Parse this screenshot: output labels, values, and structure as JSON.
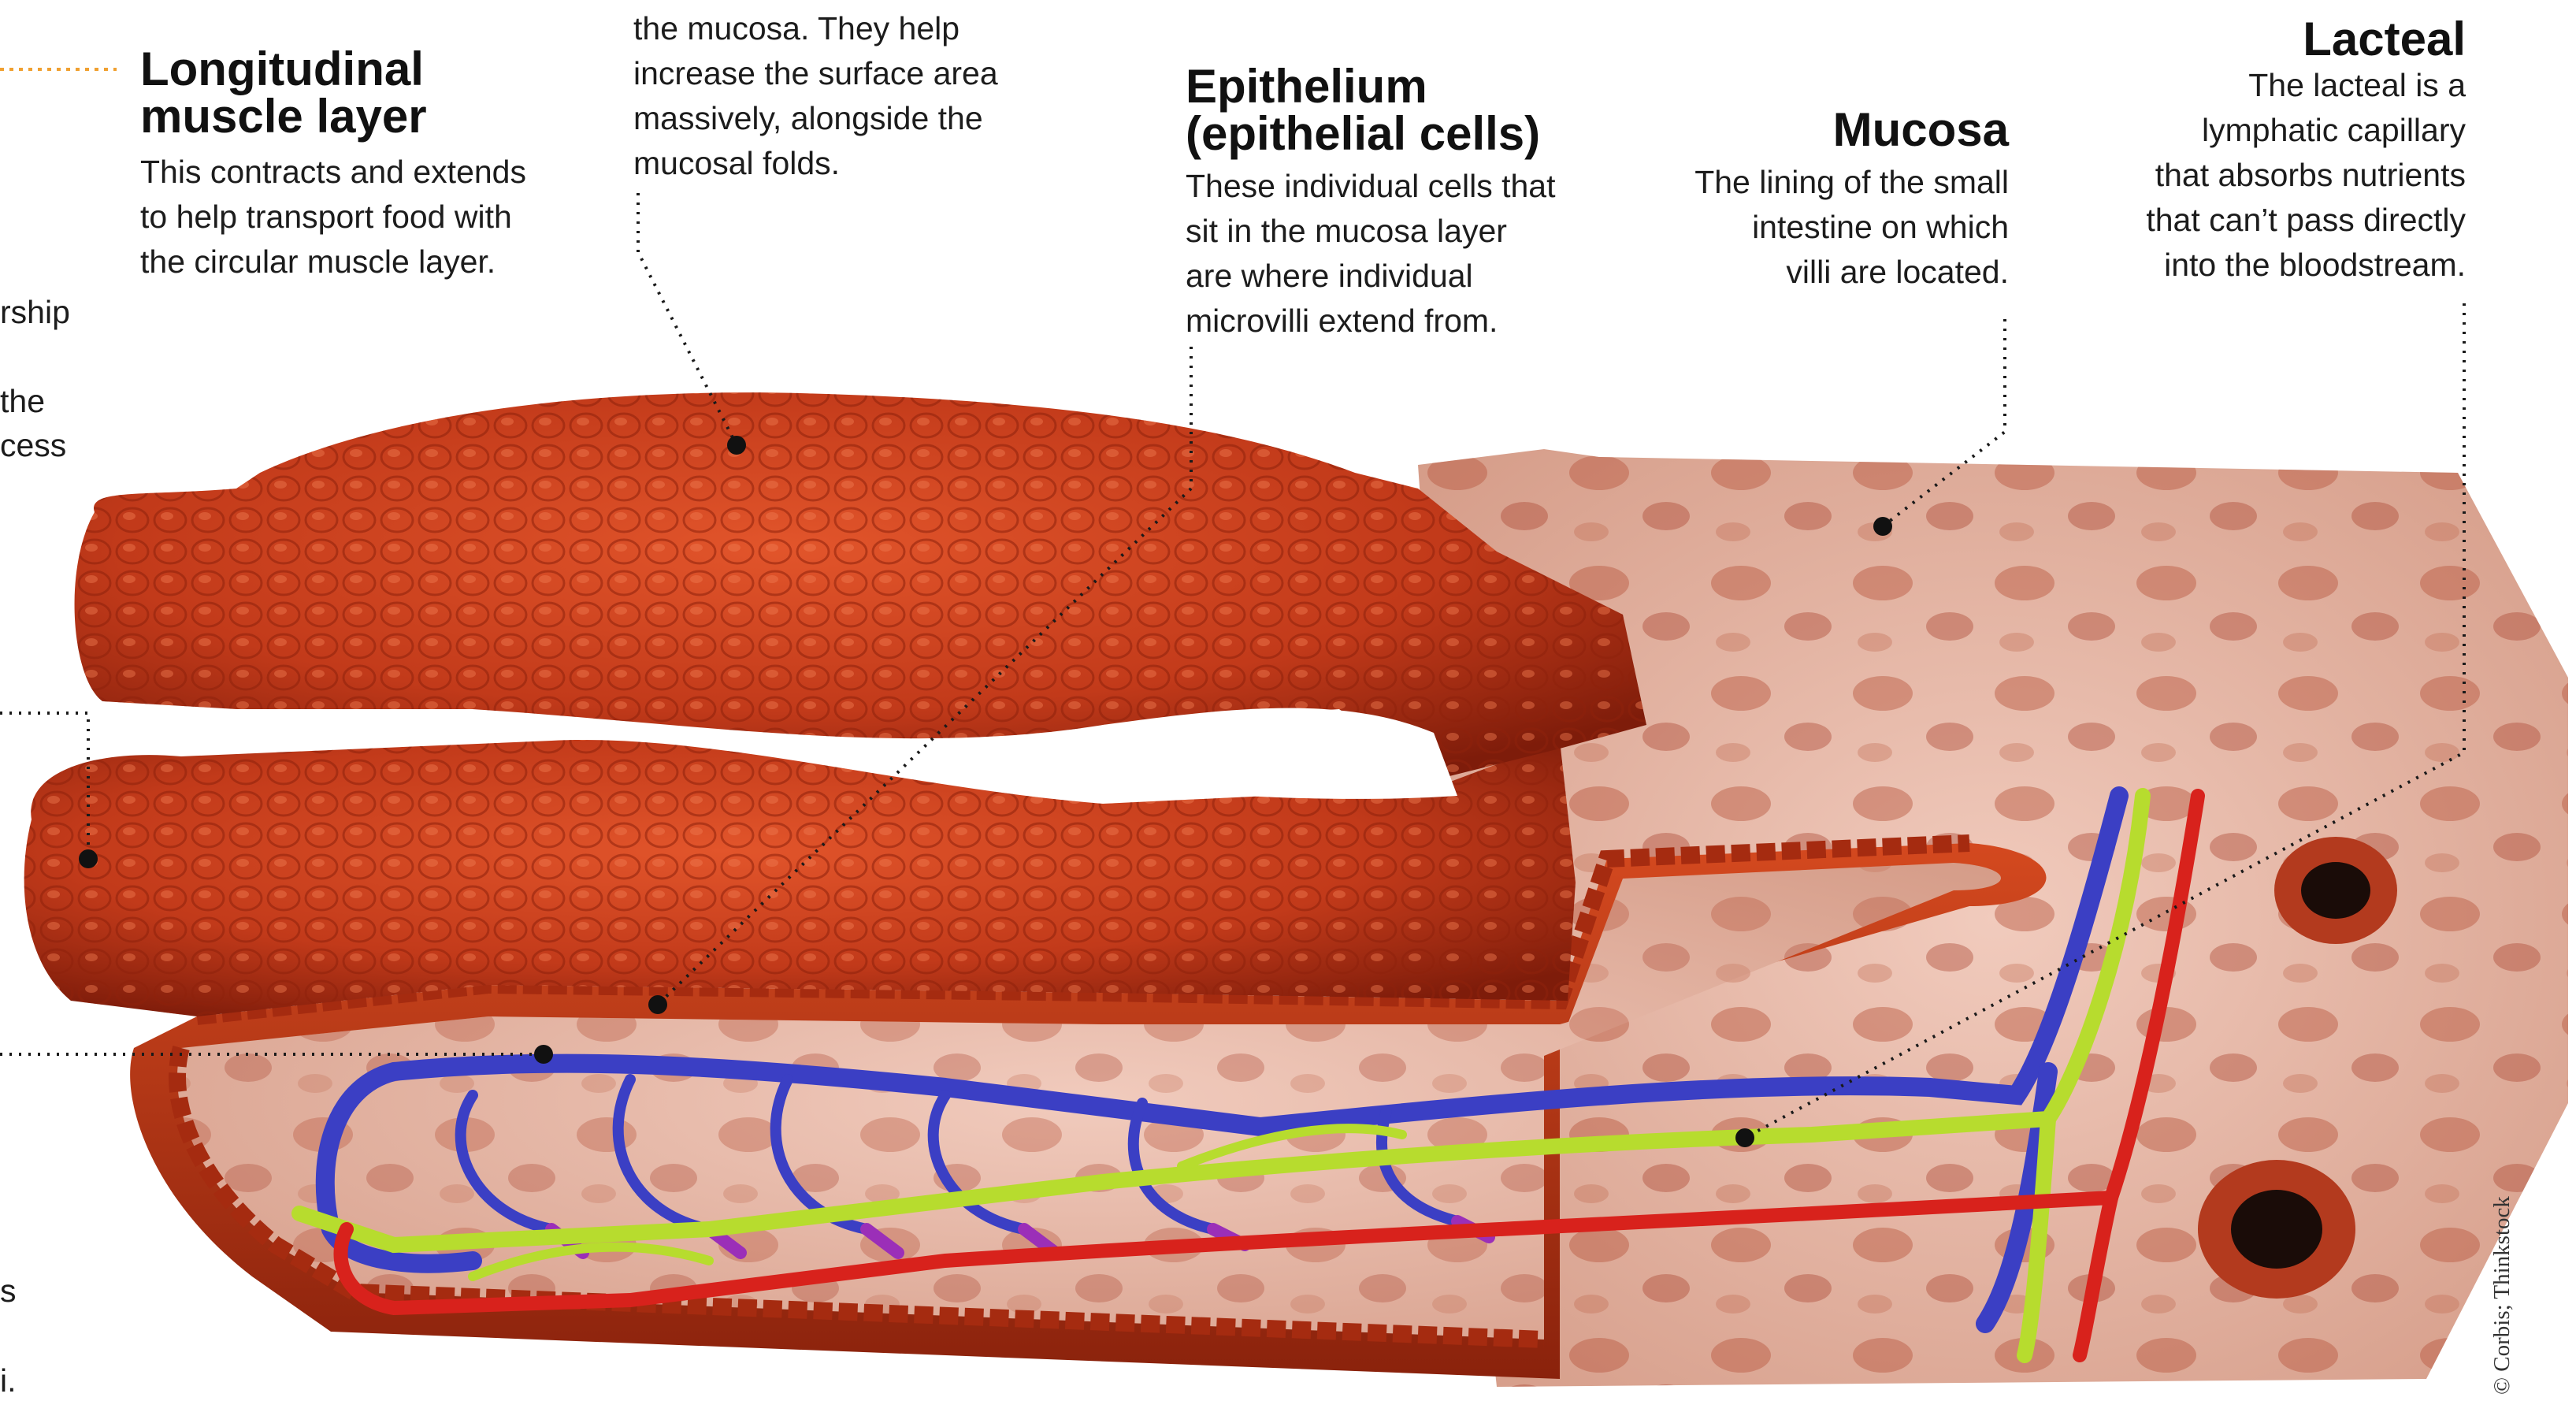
{
  "labels": {
    "longitudinal": {
      "title_line1": "Longitudinal",
      "title_line2": "muscle layer",
      "body": [
        "This contracts and extends",
        "to help transport food with",
        "the circular muscle layer."
      ]
    },
    "villi": {
      "body": [
        "the mucosa. They help",
        "increase the surface area",
        "massively, alongside the",
        "mucosal folds."
      ]
    },
    "epithelium": {
      "title_line1": "Epithelium",
      "title_line2": "(epithelial cells)",
      "body": [
        "These individual cells that",
        "sit in the mucosa layer",
        "are where individual",
        "microvilli extend from."
      ]
    },
    "mucosa": {
      "title": "Mucosa",
      "body": [
        "The lining of the small",
        "intestine on which",
        "villi are located."
      ]
    },
    "lacteal": {
      "title": "Lacteal",
      "body": [
        "The lacteal is a",
        "lymphatic capillary",
        "that absorbs nutrients",
        "that can’t pass directly",
        "into the bloodstream."
      ]
    }
  },
  "left_fragments": [
    "rship",
    "the",
    "cess",
    "s",
    "i."
  ],
  "credit": "© Corbis; Thinkstock",
  "colors": {
    "tissue": "#c43a1c",
    "tissue_dark": "#7a1a0a",
    "mucosa": "#e6b3a2",
    "vein": "#3b3fc4",
    "lacteal": "#b7dc2e",
    "artery": "#d8221c",
    "capillary": "#9b2fb8",
    "leader_orange": "#f0a030"
  },
  "icons": [
    "leader-dot",
    "leader-line"
  ]
}
